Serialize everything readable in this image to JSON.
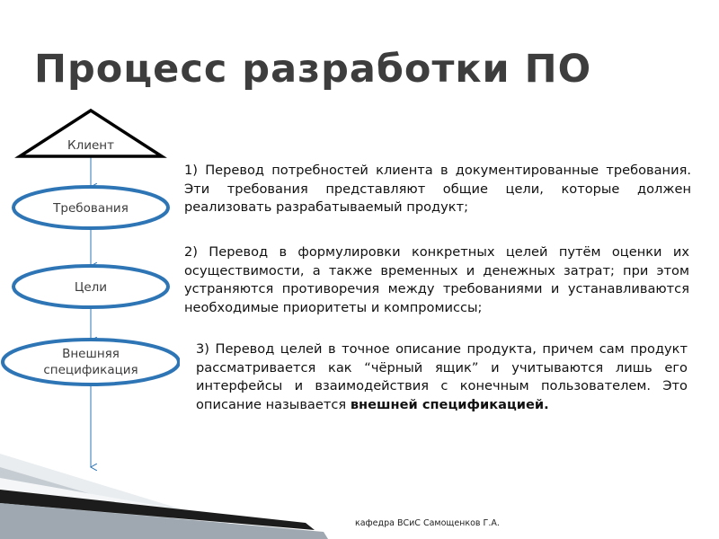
{
  "slide": {
    "title": "Процесс разработки ПО",
    "footer": "кафедра ВСиС Самощенков Г.А."
  },
  "diagram": {
    "nodes": [
      {
        "id": "client",
        "shape": "triangle",
        "label": "Клиент"
      },
      {
        "id": "requirements",
        "shape": "ellipse",
        "label": "Требования"
      },
      {
        "id": "goals",
        "shape": "ellipse",
        "label": "Цели"
      },
      {
        "id": "external_spec",
        "shape": "ellipse",
        "label_line1": "Внешняя",
        "label_line2": "спецификация"
      }
    ],
    "edges": [
      {
        "from": "client",
        "to": "requirements"
      },
      {
        "from": "requirements",
        "to": "goals"
      },
      {
        "from": "goals",
        "to": "external_spec"
      },
      {
        "from": "external_spec",
        "to": null
      }
    ],
    "accent_color": "#2e75b6"
  },
  "text": {
    "p1": "1) Перевод потребностей клиента в документированные требования. Эти  требования представляют общие цели, которые должен реализовать разрабатываемый продукт;",
    "p2": "2) Перевод в формулировки конкретных целей путём оценки их осуществимости, а также временных и денежных затрат; при этом устраняются противоречия между требованиями и устанавливаются необходимые приоритеты и компромиссы;",
    "p3_main": "3) Перевод целей в точное описание продукта, причем сам продукт рассматривается как “чёрный ящик” и учитываются лишь его интерфейсы и взаимодействия с конечным пользователем. Это описание называется ",
    "p3_bold": "внешней спецификацией."
  }
}
